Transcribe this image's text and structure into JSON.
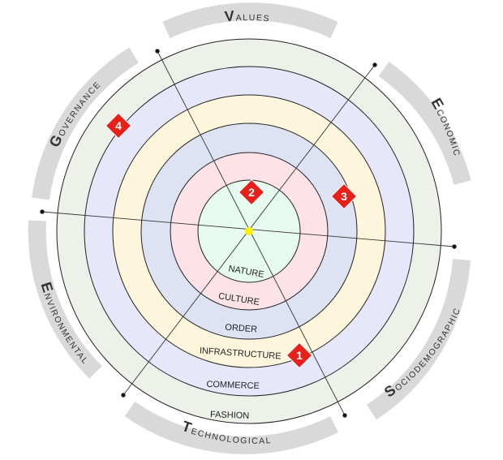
{
  "colors": {
    "outer_band": "#d9d9d9",
    "fashion_ring": "#eef0ea",
    "commerce_ring": "#e7e7fb",
    "infrastructure_ring": "#fdf6dc",
    "order_ring": "#dde3f3",
    "culture_ring": "#fde3e8",
    "nature_ring": "#e6faf0",
    "center_dot": "#fff200",
    "marker": "#e8201a"
  },
  "rings": [
    {
      "label": "NATURE",
      "color": "nature_ring"
    },
    {
      "label": "CULTURE",
      "color": "culture_ring"
    },
    {
      "label": "ORDER",
      "color": "order_ring"
    },
    {
      "label": "INFRASTRUCTURE",
      "color": "infrastructure_ring"
    },
    {
      "label": "COMMERCE",
      "color": "commerce_ring"
    },
    {
      "label": "FASHION",
      "color": "fashion_ring"
    }
  ],
  "sectors": [
    {
      "name": "values",
      "initial": "V",
      "rest": "ALUES"
    },
    {
      "name": "economic",
      "initial": "E",
      "rest": "CONOMIC"
    },
    {
      "name": "sociodemographic",
      "initial": "S",
      "rest": "OCIODEMOGRAPHIC"
    },
    {
      "name": "technological",
      "initial": "T",
      "rest": "ECHNOLOGICAL"
    },
    {
      "name": "environmental",
      "initial": "E",
      "rest": "NVIRONMENTAL"
    },
    {
      "name": "governance",
      "initial": "G",
      "rest": "OVERNANCE"
    }
  ],
  "markers": [
    {
      "label": "1"
    },
    {
      "label": "2"
    },
    {
      "label": "3"
    },
    {
      "label": "4"
    }
  ]
}
